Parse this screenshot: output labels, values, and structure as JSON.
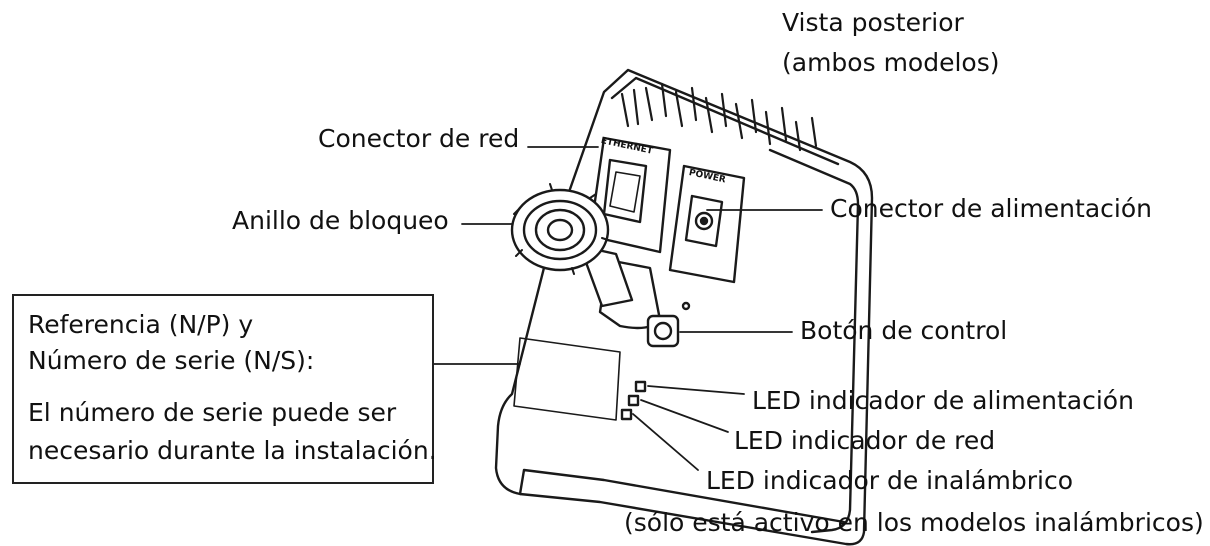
{
  "header": {
    "line1": "Vista posterior",
    "line2": "(ambos modelos)"
  },
  "device": {
    "ethernet_mark": "ETHERNET",
    "power_mark": "POWER"
  },
  "labels": {
    "network_connector": "Conector de red",
    "lock_ring": "Anillo de bloqueo",
    "power_connector": "Conector de alimentación",
    "control_button": "Botón de control",
    "power_led": "LED indicador de alimentación",
    "network_led": "LED indicador de red",
    "wireless_led": "LED indicador de inalámbrico",
    "wireless_note": "(sólo está activo en los modelos inalámbricos)"
  },
  "serial_box": {
    "line1": "Referencia (N/P) y",
    "line2": "Número de serie (N/S):",
    "line3": "El número de serie puede ser",
    "line4": "necesario durante la instalación."
  }
}
